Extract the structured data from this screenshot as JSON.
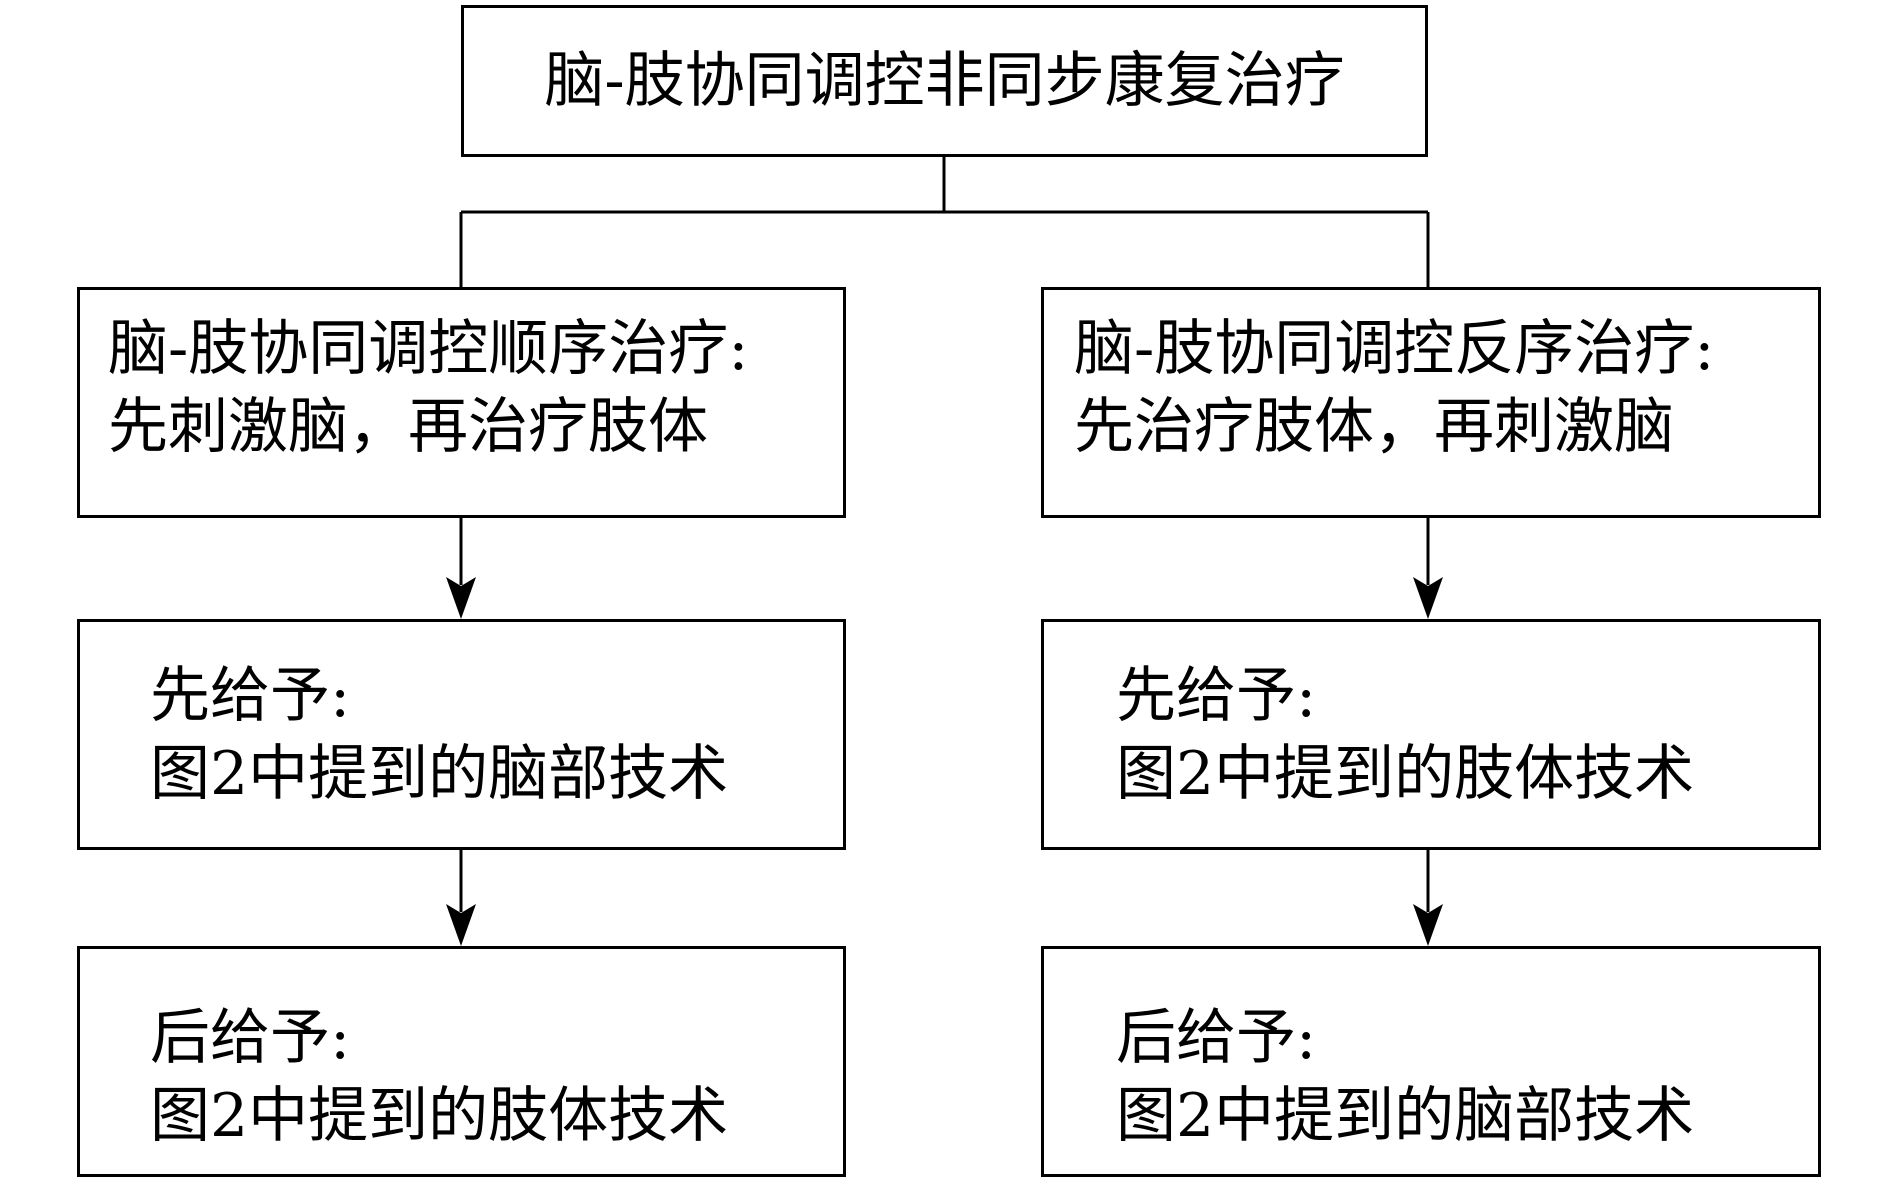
{
  "diagram": {
    "root": {
      "title": "脑-肢协同调控非同步康复治疗"
    },
    "left_branch": {
      "header": {
        "line1": "脑-肢协同调控顺序治疗:",
        "line2": "先刺激脑，再治疗肢体"
      },
      "first_step": {
        "line1": "先给予:",
        "line2": "图2中提到的脑部技术"
      },
      "second_step": {
        "line1": "后给予:",
        "line2": "图2中提到的肢体技术"
      }
    },
    "right_branch": {
      "header": {
        "line1": "脑-肢协同调控反序治疗:",
        "line2": "先治疗肢体，再刺激脑"
      },
      "first_step": {
        "line1": "先给予:",
        "line2": "图2中提到的肢体技术"
      },
      "second_step": {
        "line1": "后给予:",
        "line2": "图2中提到的脑部技术"
      }
    }
  }
}
